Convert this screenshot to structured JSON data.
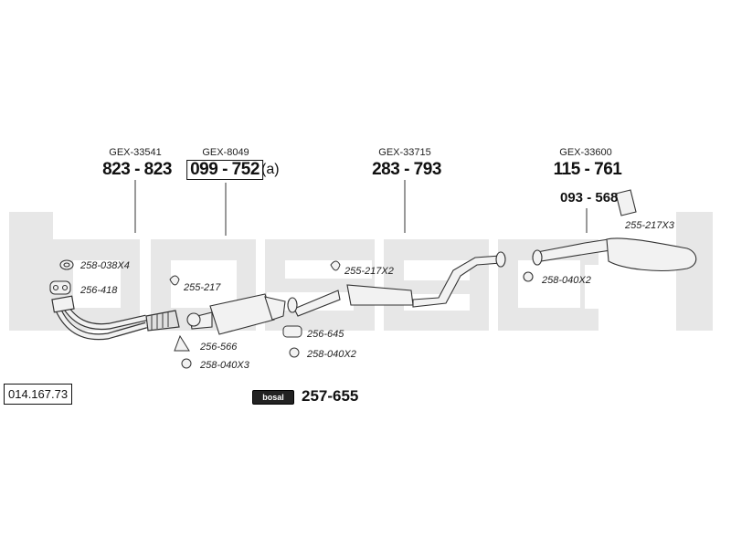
{
  "watermark": {
    "text": "bosal",
    "color": "#e6e6e6"
  },
  "catalog_number": "014.167.73",
  "kit": {
    "badge": "bosal",
    "number": "257-655"
  },
  "sections": [
    {
      "gex": "GEX-33541",
      "part": "823 - 823"
    },
    {
      "gex": "GEX-8049",
      "part": "099 - 752",
      "suffix": "(a)"
    },
    {
      "gex": "GEX-33715",
      "part": "283 - 793"
    },
    {
      "gex": "GEX-33600",
      "part": "115 - 761",
      "secondary": "093 - 568"
    }
  ],
  "refs": {
    "r1": "258-038X4",
    "r2": "256-418",
    "r3": "255-217",
    "r4": "256-566",
    "r5": "258-040X3",
    "r6": "255-217X2",
    "r7": "256-645",
    "r8": "258-040X2",
    "r9": "255-217X3",
    "r10": "258-040X2"
  },
  "colors": {
    "line": "#333333",
    "part_fill": "#f2f2f2"
  }
}
